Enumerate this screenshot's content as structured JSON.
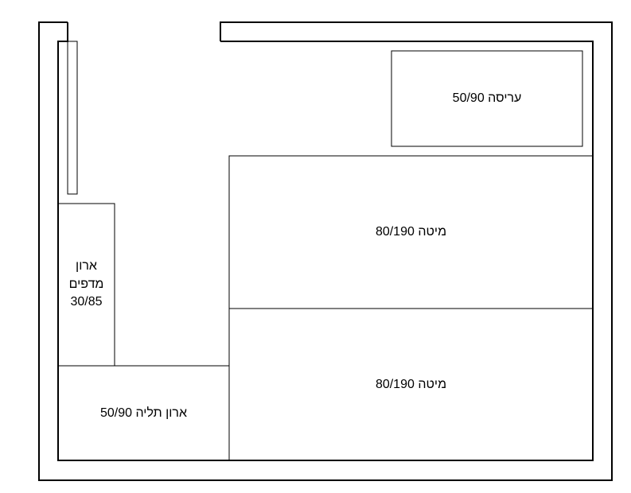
{
  "colors": {
    "line": "#000000",
    "background": "#ffffff"
  },
  "furniture": {
    "crib": {
      "label": "עריסה 50/90"
    },
    "bed_upper": {
      "label": "מיטה 80/190"
    },
    "bed_lower": {
      "label": "מיטה 80/190"
    },
    "shelf_cabinet": {
      "line1": "ארון",
      "line2": "מדפים",
      "line3": "30/85"
    },
    "hanging_cabinet": {
      "label": "ארון תליה 50/90"
    }
  }
}
